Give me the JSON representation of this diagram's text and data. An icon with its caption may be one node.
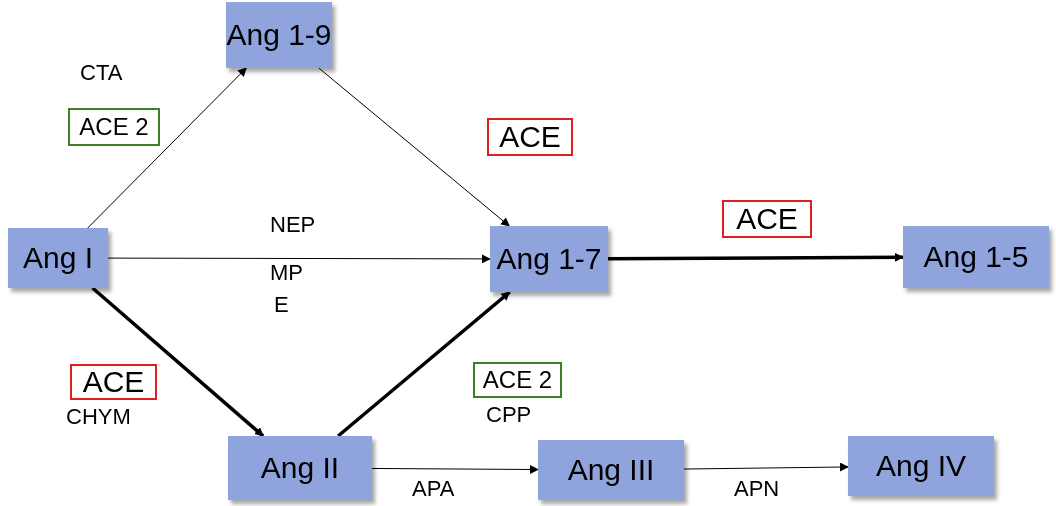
{
  "diagram": {
    "nodes": [
      {
        "text": [
          "Ang I"
        ]
      },
      {
        "text": [
          "Ang 1-9"
        ]
      },
      {
        "text": [
          "Ang 1-7"
        ]
      },
      {
        "text": [
          "Ang 1-5"
        ]
      },
      {
        "text": [
          "Ang II"
        ]
      },
      {
        "text": [
          "Ang III"
        ]
      },
      {
        "text": [
          "Ang IV"
        ]
      },
      {
        "text": [
          "ACE 2"
        ]
      },
      {
        "text": [
          "ACE"
        ]
      },
      {
        "text": [
          "ACE"
        ]
      },
      {
        "text": [
          "ACE"
        ]
      },
      {
        "text": [
          "ACE 2"
        ]
      }
    ],
    "edges": [
      {
        "from": 0,
        "to": 1,
        "arrow": "to"
      },
      {
        "from": 1,
        "to": 2,
        "arrow": "to"
      },
      {
        "from": 0,
        "to": 2,
        "arrow": "to"
      },
      {
        "from": 2,
        "to": 3,
        "arrow": "to",
        "style": "thick"
      },
      {
        "from": 0,
        "to": 4,
        "arrow": "to",
        "style": "thick"
      },
      {
        "from": 4,
        "to": 2,
        "arrow": "to",
        "style": "thick"
      },
      {
        "from": 4,
        "to": 5,
        "arrow": "to"
      },
      {
        "from": 5,
        "to": 6,
        "arrow": "to"
      }
    ],
    "labels": [
      "CTA",
      "NEP",
      "MP",
      "E",
      "CHYM",
      "CPP",
      "APA",
      "APN"
    ]
  }
}
